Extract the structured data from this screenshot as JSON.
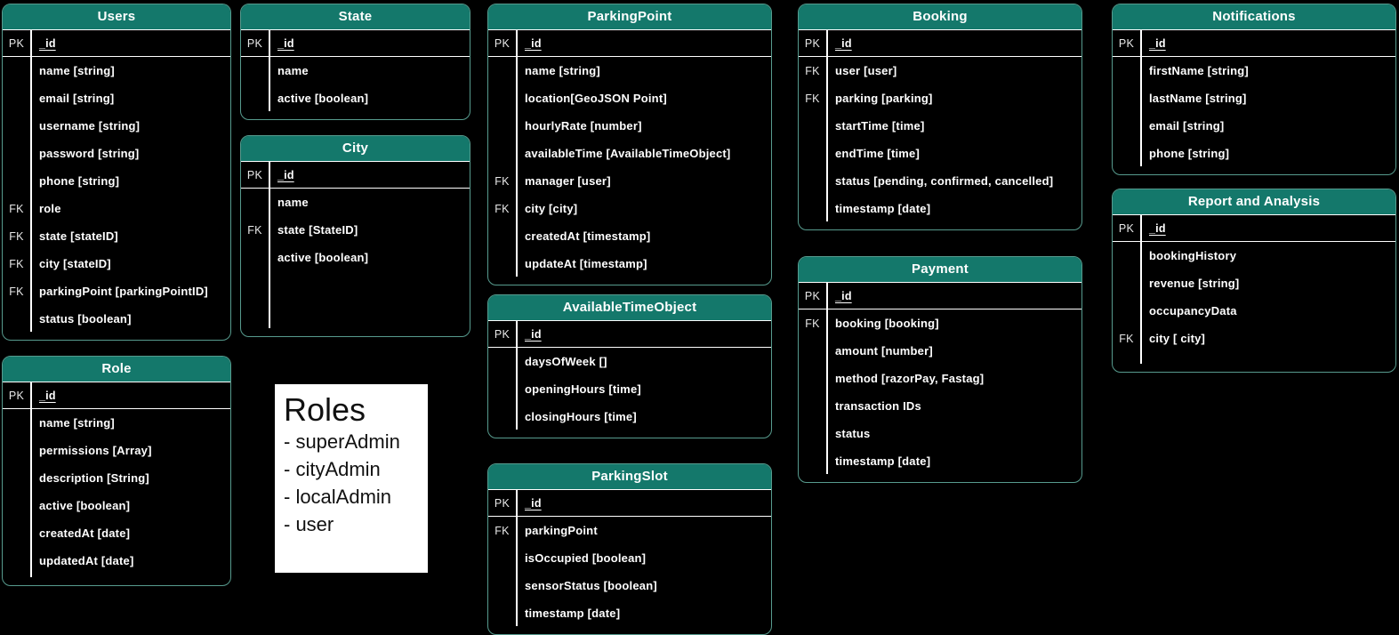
{
  "key_labels": {
    "pk": "PK",
    "fk": "FK"
  },
  "colors": {
    "background": "#000000",
    "table_header": "#14786b",
    "table_border": "#579b8e",
    "divider": "#ffffff",
    "text": "#ffffff",
    "note_background": "#ffffff",
    "note_text": "#111111"
  },
  "tables": {
    "users": {
      "title": "Users",
      "pk_field": "_id",
      "rows": [
        {
          "key": "",
          "label": "name [string]"
        },
        {
          "key": "",
          "label": "email [string]"
        },
        {
          "key": "",
          "label": "username [string]"
        },
        {
          "key": "",
          "label": "password [string]"
        },
        {
          "key": "",
          "label": "phone [string]"
        },
        {
          "key": "FK",
          "label": "role"
        },
        {
          "key": "FK",
          "label": "state [stateID]"
        },
        {
          "key": "FK",
          "label": "city [stateID]"
        },
        {
          "key": "FK",
          "label": "parkingPoint [parkingPointID]"
        },
        {
          "key": "",
          "label": "status [boolean]"
        }
      ]
    },
    "role": {
      "title": "Role",
      "pk_field": "_id",
      "rows": [
        {
          "key": "",
          "label": "name [string]"
        },
        {
          "key": "",
          "label": "permissions [Array]"
        },
        {
          "key": "",
          "label": "description [String]"
        },
        {
          "key": "",
          "label": "active [boolean]"
        },
        {
          "key": "",
          "label": "createdAt [date]"
        },
        {
          "key": "",
          "label": "updatedAt [date]"
        }
      ]
    },
    "state": {
      "title": "State",
      "pk_field": "_id",
      "rows": [
        {
          "key": "",
          "label": "name"
        },
        {
          "key": "",
          "label": "active [boolean]"
        }
      ]
    },
    "city": {
      "title": "City",
      "pk_field": "_id",
      "rows": [
        {
          "key": "",
          "label": "name"
        },
        {
          "key": "FK",
          "label": "state [StateID]"
        },
        {
          "key": "",
          "label": "active [boolean]"
        }
      ]
    },
    "parking_point": {
      "title": "ParkingPoint",
      "pk_field": "_id",
      "rows": [
        {
          "key": "",
          "label": "name [string]"
        },
        {
          "key": "",
          "label": "location[GeoJSON Point]"
        },
        {
          "key": "",
          "label": "hourlyRate [number]"
        },
        {
          "key": "",
          "label": "availableTime [AvailableTimeObject]"
        },
        {
          "key": "FK",
          "label": "manager [user]"
        },
        {
          "key": "FK",
          "label": "city [city]"
        },
        {
          "key": "",
          "label": "createdAt [timestamp]"
        },
        {
          "key": "",
          "label": "updateAt [timestamp]"
        }
      ]
    },
    "available_time_object": {
      "title": "AvailableTimeObject",
      "pk_field": "_id",
      "rows": [
        {
          "key": "",
          "label": "daysOfWeek []"
        },
        {
          "key": "",
          "label": "openingHours [time]"
        },
        {
          "key": "",
          "label": "closingHours [time]"
        }
      ]
    },
    "parking_slot": {
      "title": "ParkingSlot",
      "pk_field": "_id",
      "rows": [
        {
          "key": "FK",
          "label": "parkingPoint"
        },
        {
          "key": "",
          "label": "isOccupied [boolean]"
        },
        {
          "key": "",
          "label": "sensorStatus [boolean]"
        },
        {
          "key": "",
          "label": "timestamp [date]"
        }
      ]
    },
    "booking": {
      "title": "Booking",
      "pk_field": "_id",
      "rows": [
        {
          "key": "FK",
          "label": "user [user]"
        },
        {
          "key": "FK",
          "label": "parking [parking]"
        },
        {
          "key": "",
          "label": "startTime [time]"
        },
        {
          "key": "",
          "label": "endTime [time]"
        },
        {
          "key": "",
          "label": "status [pending, confirmed, cancelled]"
        },
        {
          "key": "",
          "label": "timestamp [date]"
        }
      ]
    },
    "payment": {
      "title": "Payment",
      "pk_field": "_id",
      "rows": [
        {
          "key": "FK",
          "label": "booking [booking]"
        },
        {
          "key": "",
          "label": "amount [number]"
        },
        {
          "key": "",
          "label": "method [razorPay, Fastag]"
        },
        {
          "key": "",
          "label": "transaction IDs"
        },
        {
          "key": "",
          "label": "status"
        },
        {
          "key": "",
          "label": "timestamp [date]"
        }
      ]
    },
    "notifications": {
      "title": "Notifications",
      "pk_field": "_id",
      "rows": [
        {
          "key": "",
          "label": "firstName [string]"
        },
        {
          "key": "",
          "label": "lastName [string]"
        },
        {
          "key": "",
          "label": "email [string]"
        },
        {
          "key": "",
          "label": "phone [string]"
        }
      ]
    },
    "report_and_analysis": {
      "title": "Report and Analysis",
      "pk_field": "_id",
      "rows": [
        {
          "key": "",
          "label": "bookingHistory"
        },
        {
          "key": "",
          "label": "revenue [string]"
        },
        {
          "key": "",
          "label": "occupancyData"
        },
        {
          "key": "FK",
          "label": "city [ city]"
        }
      ]
    }
  },
  "note": {
    "title": "Roles",
    "items": [
      "- superAdmin",
      "- cityAdmin",
      "- localAdmin",
      "- user"
    ]
  }
}
